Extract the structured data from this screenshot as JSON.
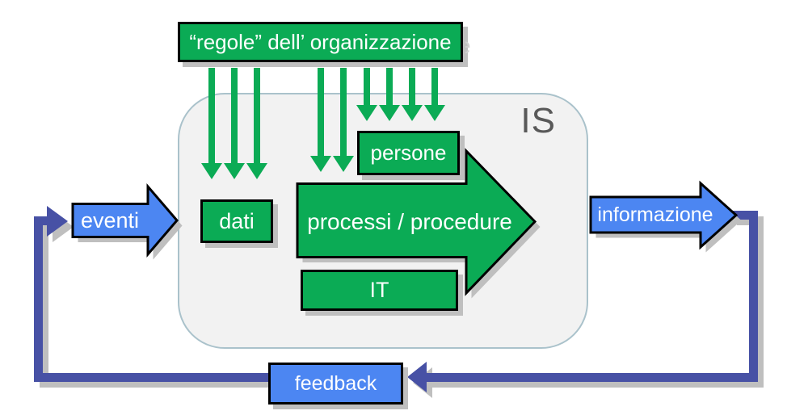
{
  "colors": {
    "green": "#0BAB55",
    "blue": "#4C86F2",
    "indigo": "#4751A5",
    "containerFill": "#F2F2F2",
    "containerBorder": "#AAC2CB",
    "shadow": "#BFBFBF",
    "isText": "#595959",
    "textOnFill": "#FFFFFF"
  },
  "rules_box": {
    "label": "“regole” dell’ organizzazione",
    "shadow_letter": "e"
  },
  "is_system": {
    "label": "IS",
    "components": {
      "dati": "dati",
      "persone": "persone",
      "processi": "processi / procedure",
      "it": "IT"
    }
  },
  "flows": {
    "input": "eventi",
    "output": "informazione",
    "feedback": "feedback"
  },
  "rule_arrow_groups": [
    {
      "target": "dati",
      "count": 3
    },
    {
      "target": "processi / procedure",
      "count": 2
    },
    {
      "target": "persone",
      "count": 4
    }
  ]
}
